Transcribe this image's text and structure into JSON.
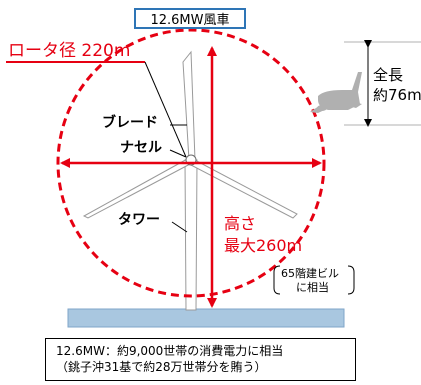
{
  "title": "12.6MW風車",
  "rotor_label": "ロータ径 220m",
  "blade_label": "ブレード",
  "nacelle_label": "ナセル",
  "tower_label": "タワー",
  "height_label_line1": "高さ",
  "height_label_line2": "最大260m",
  "building_line1": "65階建ビル",
  "building_line2": "に相当",
  "aircraft_line1": "全長",
  "aircraft_line2": "約76m",
  "info_line1": "12.6MW：約9,000世帯の消費電力に相当",
  "info_line2": "（銚子沖31基で約28万世帯分を賄う）",
  "colors": {
    "red": "#e60012",
    "title_border": "#2e75b6",
    "sea": "#a9c7e0",
    "turbine": "#ffffff",
    "turbine_edge": "#9a9a9a",
    "aircraft": "#b0b0b0"
  },
  "icons": [
    "wind-turbine-icon",
    "airplane-icon"
  ]
}
